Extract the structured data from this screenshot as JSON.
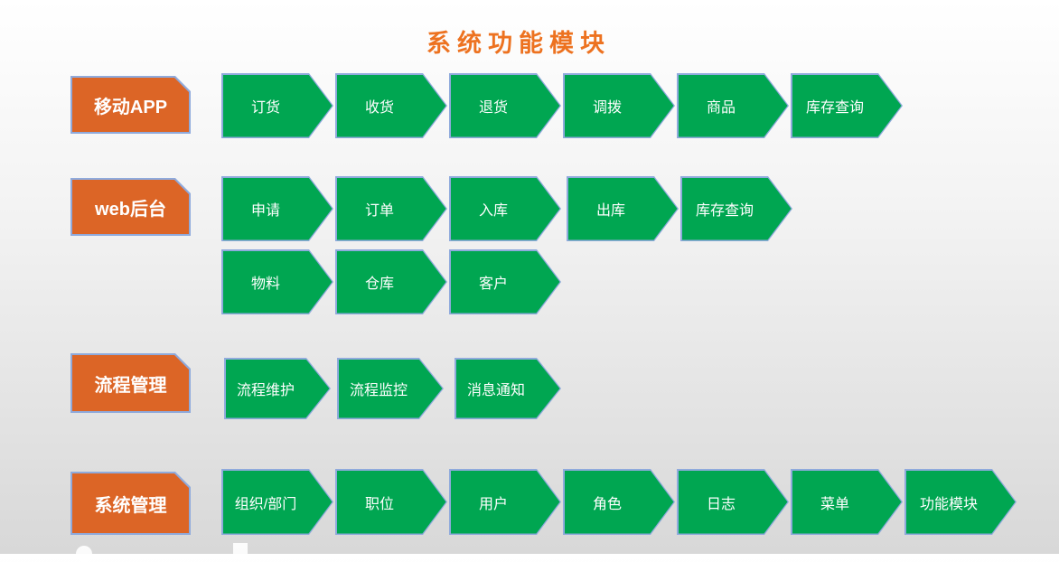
{
  "title": "系统功能模块",
  "colors": {
    "title_text": "#ED7220",
    "category_fill": "#DC6526",
    "arrow_fill": "#00A651",
    "shape_border": "#8FAADC",
    "shape_text": "#FFFFFF",
    "background_top": "#FFFFFF",
    "background_bottom": "#D8D8D8"
  },
  "rows": [
    {
      "id": "mobile-app",
      "label": "移动APP",
      "lines": [
        [
          "订货",
          "收货",
          "退货",
          "调拨",
          "商品",
          "库存查询"
        ]
      ]
    },
    {
      "id": "web-backend",
      "label": "web后台",
      "lines": [
        [
          "申请",
          "订单",
          "入库",
          "出库",
          "库存查询"
        ],
        [
          "物料",
          "仓库",
          "客户"
        ]
      ]
    },
    {
      "id": "process-management",
      "label": "流程管理",
      "lines": [
        [
          "流程维护",
          "流程监控",
          "消息通知"
        ]
      ]
    },
    {
      "id": "system-management",
      "label": "系统管理",
      "lines": [
        [
          "组织/部门",
          "职位",
          "用户",
          "角色",
          "日志",
          "菜单",
          "功能模块"
        ]
      ]
    }
  ]
}
